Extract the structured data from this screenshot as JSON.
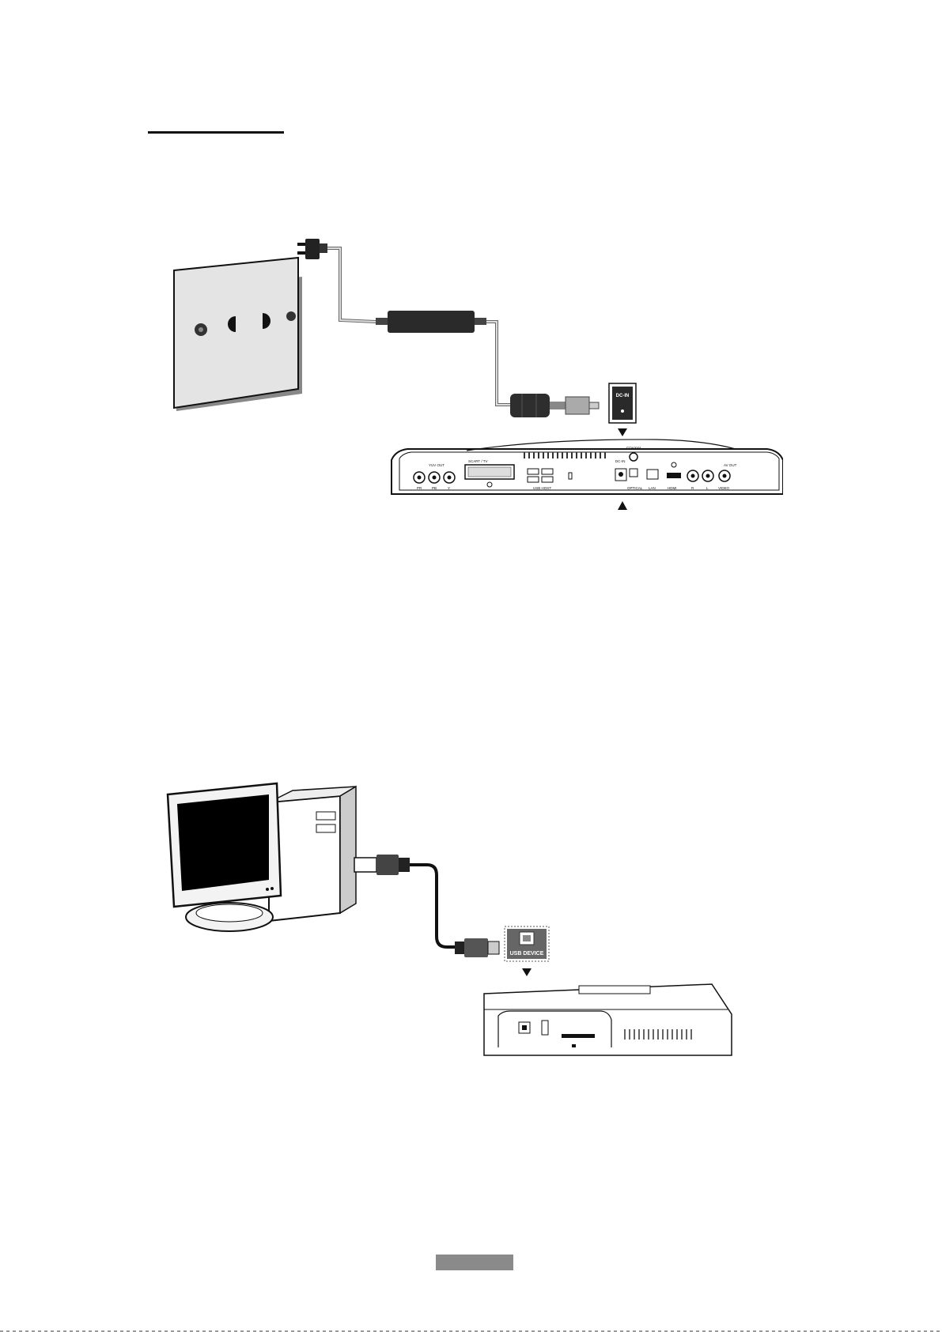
{
  "figure_power": {
    "device_labels": {
      "ypbpr_out": "YUV OUT",
      "pr": "PR",
      "pb": "PB",
      "y": "Y",
      "scart": "SCART / TV",
      "usb_host": "USB HOST",
      "dc_in": "DC-IN",
      "optical": "OPTICAL",
      "lan": "LAN",
      "hdmi": "HDMI",
      "r": "R",
      "l": "L",
      "video": "VIDEO",
      "av_out": "AV OUT",
      "coaxial": "COAXIAL",
      "dc_in_callout": "DC-IN"
    }
  },
  "figure_usb": {
    "usb_device_label": "USB DEVICE"
  }
}
